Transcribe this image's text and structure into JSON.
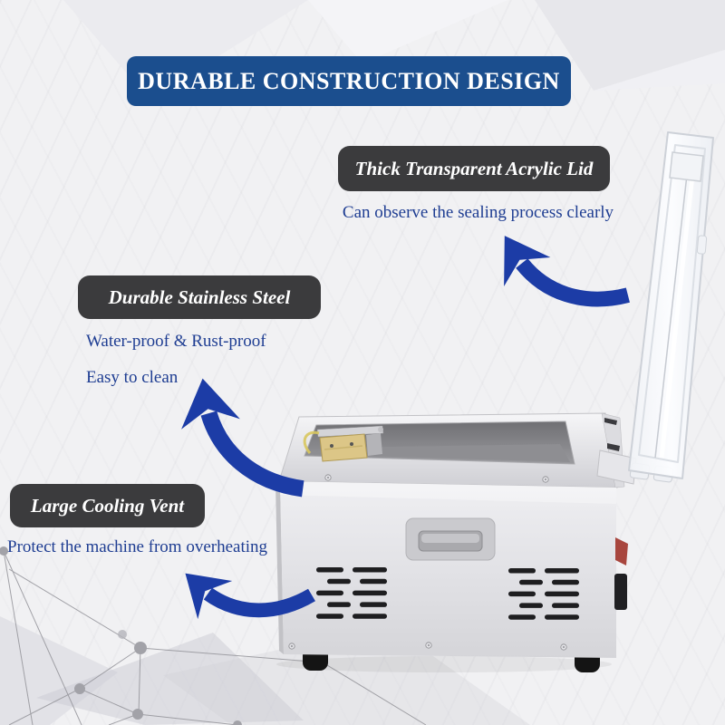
{
  "header": {
    "title": "DURABLE CONSTRUCTION DESIGN"
  },
  "callouts": {
    "acrylic_lid": {
      "title": "Thick Transparent Acrylic Lid",
      "description": "Can observe the sealing process clearly"
    },
    "stainless_steel": {
      "title": "Durable Stainless Steel",
      "line1": "Water-proof & Rust-proof",
      "line2": "Easy to clean"
    },
    "cooling_vent": {
      "title": "Large Cooling Vent",
      "description": "Protect the machine from overheating"
    }
  },
  "icons": {
    "arrow": "curved-arrow-icon"
  },
  "colors": {
    "banner_blue": "#1b4e8e",
    "callout_dark": "#3b3b3d",
    "text_navy": "#1e3d92",
    "arrow_blue": "#1c3ca6",
    "background": "#f1f1f3"
  }
}
